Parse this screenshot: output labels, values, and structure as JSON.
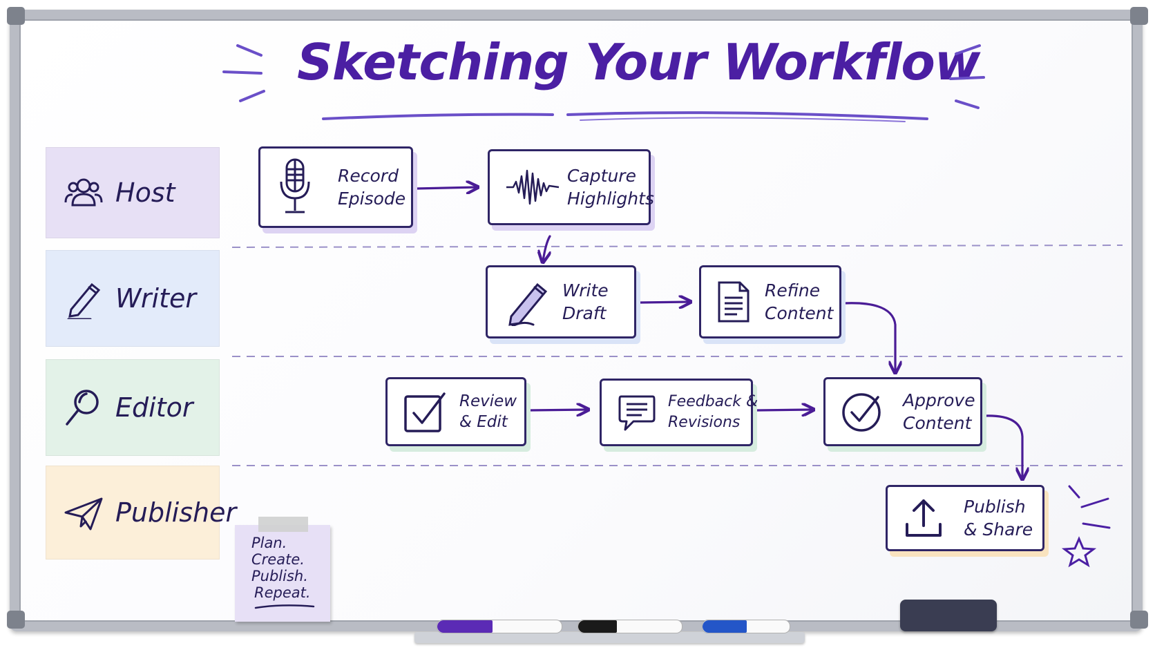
{
  "title": "Sketching Your Workflow",
  "lanes": [
    {
      "label": "Host",
      "icon": "users-icon",
      "color": "#e7e0f5"
    },
    {
      "label": "Writer",
      "icon": "pen-icon",
      "color": "#e3ebfa"
    },
    {
      "label": "Editor",
      "icon": "magnifier-icon",
      "color": "#e3f2e8"
    },
    {
      "label": "Publisher",
      "icon": "paper-plane-icon",
      "color": "#fcefd9"
    }
  ],
  "steps": {
    "record": {
      "line1": "Record",
      "line2": "Episode",
      "icon": "microphone-icon"
    },
    "capture": {
      "line1": "Capture",
      "line2": "Highlights",
      "icon": "waveform-icon"
    },
    "write": {
      "line1": "Write",
      "line2": "Draft",
      "icon": "pencil-icon"
    },
    "refine": {
      "line1": "Refine",
      "line2": "Content",
      "icon": "document-icon"
    },
    "review": {
      "line1": "Review",
      "line2": "& Edit",
      "icon": "checkbox-icon"
    },
    "feedback": {
      "line1": "Feedback &",
      "line2": "Revisions",
      "icon": "speech-bubble-icon"
    },
    "approve": {
      "line1": "Approve",
      "line2": "Content",
      "icon": "check-circle-icon"
    },
    "publish": {
      "line1": "Publish",
      "line2": "& Share",
      "icon": "upload-icon"
    }
  },
  "note": {
    "lines": [
      "Plan.",
      "Create.",
      "Publish.",
      "Repeat."
    ]
  },
  "markers": [
    {
      "color": "#5b2bb5"
    },
    {
      "color": "#1a1a1a"
    },
    {
      "color": "#2456c8"
    }
  ],
  "colors": {
    "ink": "#251c57",
    "accent": "#4b1fa3",
    "arrow": "#4a1c96"
  }
}
